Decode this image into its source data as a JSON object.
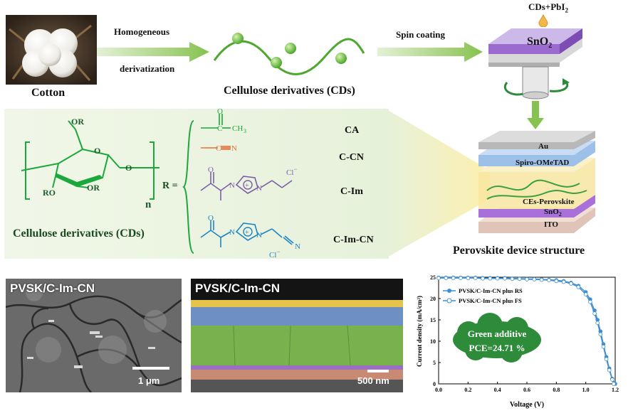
{
  "top": {
    "cotton_label": "Cotton",
    "arrow1_line1": "Homogeneous",
    "arrow1_line2": "derivatization",
    "cds_label": "Cellulose derivatives (CDs)",
    "arrow2_label": "Spin coating",
    "drop_label": "CDs+PbI",
    "drop_sub": "2",
    "substrate_label": "SnO",
    "substrate_sub": "2"
  },
  "chemistry": {
    "panel_label": "Cellulose derivatives (CDs)",
    "or_top": "OR",
    "or_left": "RO",
    "or_right": "OR",
    "repeat_n": "n",
    "r_equals": "R =",
    "groups": [
      {
        "name": "CA",
        "formula_a": "O",
        "formula_b": "C",
        "formula_c": "CH",
        "formula_sub": "3"
      },
      {
        "name": "C-CN",
        "formula_a": "C",
        "formula_b": "N"
      },
      {
        "name": "C-Im",
        "formula_a": "O",
        "formula_b": "N",
        "formula_c": "N",
        "anion": "Cl"
      },
      {
        "name": "C-Im-CN",
        "formula_a": "O",
        "formula_b": "N",
        "formula_c": "N",
        "formula_d": "N",
        "anion": "Cl"
      }
    ],
    "colors": {
      "ca": "#1aa83c",
      "ccn": "#e8703a",
      "cim": "#7b5ea7",
      "cimcn": "#1f84c5"
    }
  },
  "device": {
    "layers": [
      "Au",
      "Spiro-OMeTAD",
      "CEs-Perovskite",
      "SnO",
      "ITO"
    ],
    "sno2_sub": "2",
    "title": "Perovskite device structure"
  },
  "images": {
    "left_tag": "PVSK/C-Im-CN",
    "left_scale": "1 μm",
    "mid_tag": "PVSK/C-Im-CN",
    "mid_scale": "500 nm"
  },
  "chart_data": {
    "type": "line",
    "xlabel": "Voltage (V)",
    "ylabel": "Current density (mA/cm²)",
    "xlim": [
      0.0,
      1.2
    ],
    "ylim": [
      0,
      25
    ],
    "xticks": [
      "0.0",
      "0.2",
      "0.4",
      "0.6",
      "0.8",
      "1.0",
      "1.2"
    ],
    "yticks": [
      "0",
      "5",
      "10",
      "15",
      "20",
      "25"
    ],
    "legend_position": "top-left",
    "series": [
      {
        "name": "PVSK/C-Im-CN plus RS",
        "marker": "filled",
        "x": [
          0.0,
          0.05,
          0.1,
          0.15,
          0.2,
          0.25,
          0.3,
          0.35,
          0.4,
          0.45,
          0.5,
          0.55,
          0.6,
          0.65,
          0.7,
          0.75,
          0.8,
          0.85,
          0.9,
          0.95,
          1.0,
          1.03,
          1.06,
          1.08,
          1.1,
          1.12,
          1.14,
          1.16,
          1.18,
          1.2
        ],
        "y": [
          24.9,
          24.9,
          24.9,
          24.9,
          24.9,
          24.9,
          24.8,
          24.8,
          24.8,
          24.8,
          24.7,
          24.7,
          24.6,
          24.6,
          24.5,
          24.4,
          24.3,
          24.1,
          23.7,
          23.0,
          21.5,
          19.8,
          17.2,
          15.0,
          12.3,
          9.3,
          6.3,
          3.6,
          1.2,
          0.0
        ]
      },
      {
        "name": "PVSK/C-Im-CN plus FS",
        "marker": "open",
        "x": [
          0.0,
          0.05,
          0.1,
          0.15,
          0.2,
          0.25,
          0.3,
          0.35,
          0.4,
          0.45,
          0.5,
          0.55,
          0.6,
          0.65,
          0.7,
          0.75,
          0.8,
          0.85,
          0.9,
          0.95,
          1.0,
          1.03,
          1.06,
          1.08,
          1.1,
          1.12,
          1.14,
          1.16,
          1.18,
          1.19
        ],
        "y": [
          24.8,
          24.8,
          24.8,
          24.8,
          24.8,
          24.8,
          24.7,
          24.7,
          24.7,
          24.7,
          24.6,
          24.6,
          24.5,
          24.5,
          24.4,
          24.3,
          24.1,
          23.9,
          23.5,
          22.7,
          21.0,
          19.2,
          16.5,
          14.3,
          11.6,
          8.7,
          5.8,
          3.2,
          1.0,
          0.0
        ]
      }
    ],
    "annotation_line1": "Green additive",
    "annotation_line2": "PCE=24.71 %",
    "colors": {
      "line": "#3f8fd0",
      "cloud": "#2e8b3a"
    }
  }
}
